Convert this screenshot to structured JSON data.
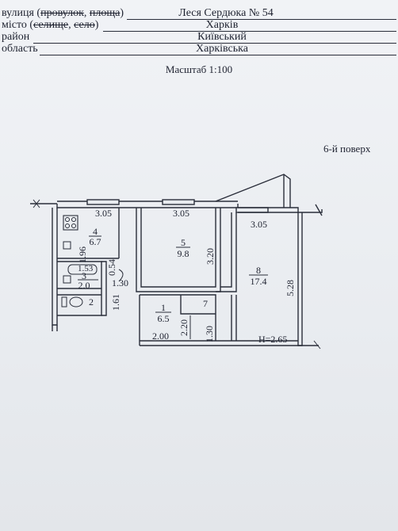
{
  "header": {
    "street": {
      "label_prefix": "вулиця (",
      "label_strike1": "провулок",
      "label_sep": ", ",
      "label_strike2": "площа",
      "label_suffix": ")",
      "value": "Леся Сердюка  № 54"
    },
    "city": {
      "label_prefix": "місто (",
      "label_strike1": "селище",
      "label_sep": ", ",
      "label_strike2": "село",
      "label_suffix": ")",
      "value": "Харків"
    },
    "district": {
      "label": "район",
      "value": "Київський"
    },
    "region": {
      "label": "область",
      "value": "Харківська"
    }
  },
  "scale": "Масштаб 1:100",
  "floor": "6-й поверх",
  "plan": {
    "wall_color": "#2a2e3a",
    "rooms": [
      {
        "number": "4",
        "area": "6.7"
      },
      {
        "number": "5",
        "area": "9.8"
      },
      {
        "number": "8",
        "area": "17.4"
      },
      {
        "number": "3",
        "area": "2.0"
      },
      {
        "number": "2",
        "area": ""
      },
      {
        "number": "1",
        "area": "6.5"
      },
      {
        "number": "7",
        "area": ""
      }
    ],
    "dimensions": {
      "room4_width": "3.05",
      "room5_width": "3.05",
      "room8_width": "3.05",
      "room4_depth": "1.96",
      "room4_wall": "0.54",
      "room5_depth": "3.20",
      "room8_depth": "5.28",
      "room3_width": "1.53",
      "room3_len": "1.30",
      "wc_len": "1.61",
      "hall_width": "2.00",
      "hall_len": "2.20",
      "closet_len": "1.30"
    },
    "height": "H=2.65"
  }
}
